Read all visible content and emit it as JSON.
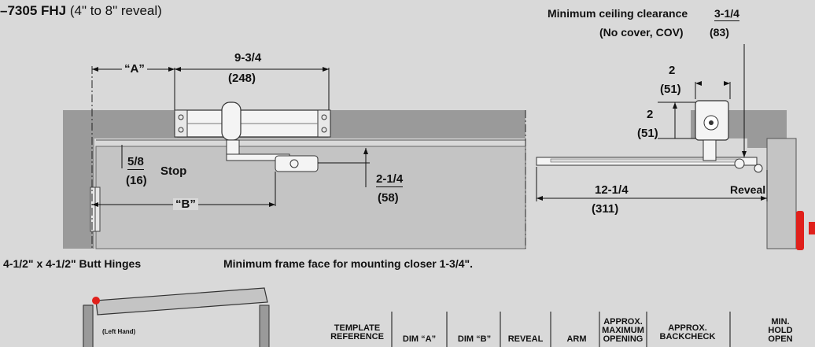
{
  "title": {
    "model": "–7305 FHJ",
    "reveal_range": "(4\" to 8\" reveal)"
  },
  "ceiling": {
    "label_line1": "Minimum ceiling clearance",
    "label_line2": "(No cover, COV)",
    "value": "3-1/4",
    "value_mm": "(83)"
  },
  "dims": {
    "a_label": "“A”",
    "body_len": "9-3/4",
    "body_len_mm": "(248)",
    "stop": "5/8",
    "stop_mm": "(16)",
    "stop_word": "Stop",
    "arm_drop": "2-1/4",
    "arm_drop_mm": "(58)",
    "b_label": "“B”",
    "side_top": "2",
    "side_top_mm": "(51)",
    "side_left": "2",
    "side_left_mm": "(51)",
    "arm_len": "12-1/4",
    "arm_len_mm": "(311)",
    "reveal": "Reveal"
  },
  "notes": {
    "hinges": "4-1/2\" x 4-1/2\" Butt Hinges",
    "frame_face": "Minimum frame face for mounting closer 1-3/4\"."
  },
  "mini": {
    "hand_label": "(Left Hand)"
  },
  "table": {
    "headers": [
      "TEMPLATE\nREFERENCE",
      "DIM “A”",
      "DIM “B”",
      "REVEAL",
      "ARM",
      "APPROX.\nMAXIMUM\nOPENING",
      "APPROX.\nBACKCHECK",
      "MIN.\nHOLD\nOPEN"
    ]
  },
  "colors": {
    "background": "#d9d9d9",
    "frame": "#9a9a9a",
    "door": "#c4c4c4",
    "hardware": "#f2f2f2",
    "accent_red": "#e0201b"
  }
}
